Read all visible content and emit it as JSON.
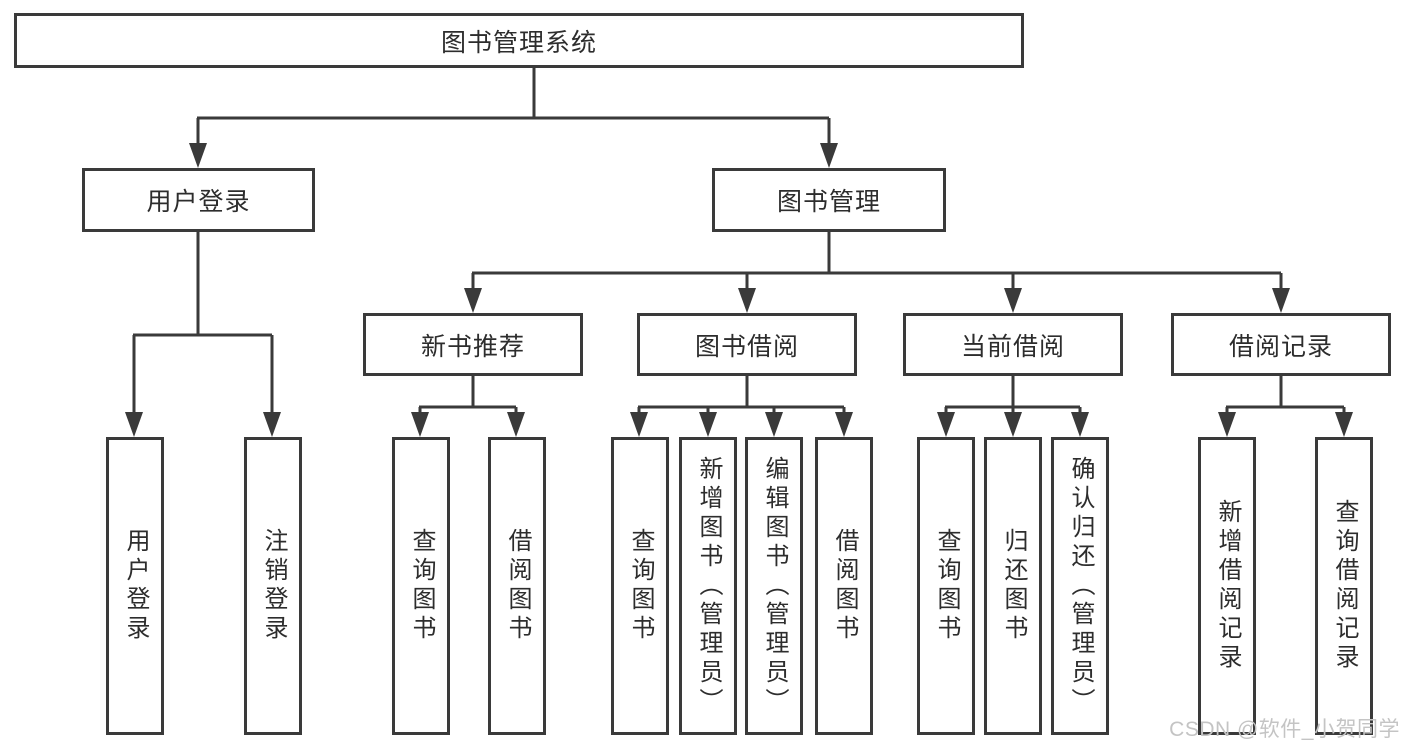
{
  "tree": {
    "root": "图书管理系统",
    "children": [
      {
        "label": "用户登录",
        "children": [
          "用户登录",
          "注销登录"
        ]
      },
      {
        "label": "图书管理",
        "children": [
          {
            "label": "新书推荐",
            "children": [
              "查询图书",
              "借阅图书"
            ]
          },
          {
            "label": "图书借阅",
            "children": [
              "查询图书",
              "新增图书（管理员）",
              "编辑图书（管理员）",
              "借阅图书"
            ]
          },
          {
            "label": "当前借阅",
            "children": [
              "查询图书",
              "归还图书",
              "确认归还（管理员）"
            ]
          },
          {
            "label": "借阅记录",
            "children": [
              "新增借阅记录",
              "查询借阅记录"
            ]
          }
        ]
      }
    ]
  },
  "watermark": "CSDN @软件_小贺同学",
  "colors": {
    "line": "#3a3a3a",
    "box_border": "#3a3a3a",
    "text": "#2d2d2d",
    "watermark": "#c4c4c4",
    "background": "#ffffff"
  }
}
